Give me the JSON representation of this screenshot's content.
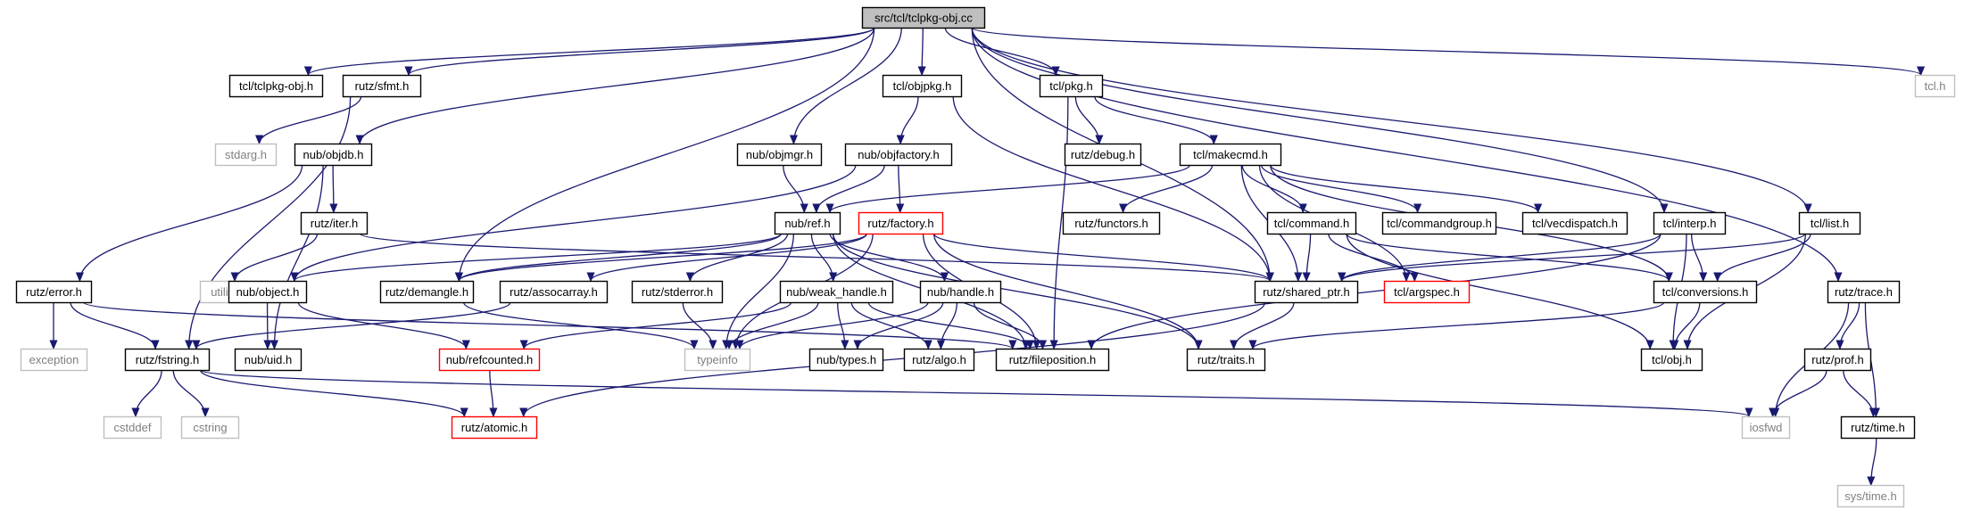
{
  "diagram": {
    "colors": {
      "edge": "#191970",
      "root_fill": "#bfbfbf",
      "normal_fill": "#ffffff",
      "normal_border": "#000000",
      "external_border": "#bfbfbf",
      "external_text": "#7f7f7f",
      "highlight_border": "#ff0000"
    },
    "nodes": [
      {
        "id": "root",
        "label": "src/tcl/tclpkg-obj.cc",
        "kind": "root"
      },
      {
        "id": "tclpkg_obj_h",
        "label": "tcl/tclpkg-obj.h",
        "kind": "normal"
      },
      {
        "id": "sfmt",
        "label": "rutz/sfmt.h",
        "kind": "normal"
      },
      {
        "id": "objpkg",
        "label": "tcl/objpkg.h",
        "kind": "normal"
      },
      {
        "id": "pkg",
        "label": "tcl/pkg.h",
        "kind": "normal"
      },
      {
        "id": "tcl_h",
        "label": "tcl.h",
        "kind": "external"
      },
      {
        "id": "stdarg",
        "label": "stdarg.h",
        "kind": "external"
      },
      {
        "id": "objdb",
        "label": "nub/objdb.h",
        "kind": "normal"
      },
      {
        "id": "objmgr",
        "label": "nub/objmgr.h",
        "kind": "normal"
      },
      {
        "id": "objfactory",
        "label": "nub/objfactory.h",
        "kind": "normal"
      },
      {
        "id": "debug",
        "label": "rutz/debug.h",
        "kind": "normal"
      },
      {
        "id": "makecmd",
        "label": "tcl/makecmd.h",
        "kind": "normal"
      },
      {
        "id": "iter",
        "label": "rutz/iter.h",
        "kind": "normal"
      },
      {
        "id": "ref",
        "label": "nub/ref.h",
        "kind": "normal"
      },
      {
        "id": "factory",
        "label": "rutz/factory.h",
        "kind": "highlight"
      },
      {
        "id": "functors",
        "label": "rutz/functors.h",
        "kind": "normal"
      },
      {
        "id": "command",
        "label": "tcl/command.h",
        "kind": "normal"
      },
      {
        "id": "cmdgroup",
        "label": "tcl/commandgroup.h",
        "kind": "normal"
      },
      {
        "id": "vecdispatch",
        "label": "tcl/vecdispatch.h",
        "kind": "normal"
      },
      {
        "id": "interp",
        "label": "tcl/interp.h",
        "kind": "normal"
      },
      {
        "id": "list",
        "label": "tcl/list.h",
        "kind": "normal"
      },
      {
        "id": "utility",
        "label": "utility",
        "kind": "external"
      },
      {
        "id": "error",
        "label": "rutz/error.h",
        "kind": "normal"
      },
      {
        "id": "object",
        "label": "nub/object.h",
        "kind": "normal"
      },
      {
        "id": "demangle",
        "label": "rutz/demangle.h",
        "kind": "normal"
      },
      {
        "id": "assocarray",
        "label": "rutz/assocarray.h",
        "kind": "normal"
      },
      {
        "id": "stderror",
        "label": "rutz/stderror.h",
        "kind": "normal"
      },
      {
        "id": "weak_handle",
        "label": "nub/weak_handle.h",
        "kind": "normal"
      },
      {
        "id": "handle",
        "label": "nub/handle.h",
        "kind": "normal"
      },
      {
        "id": "shared_ptr",
        "label": "rutz/shared_ptr.h",
        "kind": "normal"
      },
      {
        "id": "argspec",
        "label": "tcl/argspec.h",
        "kind": "highlight"
      },
      {
        "id": "conversions",
        "label": "tcl/conversions.h",
        "kind": "normal"
      },
      {
        "id": "trace",
        "label": "rutz/trace.h",
        "kind": "normal"
      },
      {
        "id": "exception",
        "label": "exception",
        "kind": "external"
      },
      {
        "id": "fstring",
        "label": "rutz/fstring.h",
        "kind": "normal"
      },
      {
        "id": "uid",
        "label": "nub/uid.h",
        "kind": "normal"
      },
      {
        "id": "refcounted",
        "label": "nub/refcounted.h",
        "kind": "highlight"
      },
      {
        "id": "typeinfo",
        "label": "typeinfo",
        "kind": "external"
      },
      {
        "id": "types",
        "label": "nub/types.h",
        "kind": "normal"
      },
      {
        "id": "algo",
        "label": "rutz/algo.h",
        "kind": "normal"
      },
      {
        "id": "fileposition",
        "label": "rutz/fileposition.h",
        "kind": "normal"
      },
      {
        "id": "traits",
        "label": "rutz/traits.h",
        "kind": "normal"
      },
      {
        "id": "obj",
        "label": "tcl/obj.h",
        "kind": "normal"
      },
      {
        "id": "prof",
        "label": "rutz/prof.h",
        "kind": "normal"
      },
      {
        "id": "cstddef",
        "label": "cstddef",
        "kind": "external"
      },
      {
        "id": "cstring",
        "label": "cstring",
        "kind": "external"
      },
      {
        "id": "atomic",
        "label": "rutz/atomic.h",
        "kind": "highlight"
      },
      {
        "id": "iosfwd",
        "label": "iosfwd",
        "kind": "external"
      },
      {
        "id": "time",
        "label": "rutz/time.h",
        "kind": "normal"
      },
      {
        "id": "systime",
        "label": "sys/time.h",
        "kind": "external"
      }
    ],
    "edges": [
      [
        "root",
        "tclpkg_obj_h"
      ],
      [
        "root",
        "sfmt"
      ],
      [
        "root",
        "objpkg"
      ],
      [
        "root",
        "pkg"
      ],
      [
        "root",
        "tcl_h"
      ],
      [
        "root",
        "objdb"
      ],
      [
        "root",
        "objmgr"
      ],
      [
        "root",
        "demangle"
      ],
      [
        "root",
        "interp"
      ],
      [
        "root",
        "list"
      ],
      [
        "root",
        "trace"
      ],
      [
        "root",
        "shared_ptr"
      ],
      [
        "sfmt",
        "stdarg"
      ],
      [
        "sfmt",
        "fstring"
      ],
      [
        "objpkg",
        "objfactory"
      ],
      [
        "objpkg",
        "shared_ptr"
      ],
      [
        "pkg",
        "debug"
      ],
      [
        "pkg",
        "makecmd"
      ],
      [
        "pkg",
        "fileposition"
      ],
      [
        "objdb",
        "iter"
      ],
      [
        "objdb",
        "error"
      ],
      [
        "objdb",
        "uid"
      ],
      [
        "objmgr",
        "ref"
      ],
      [
        "objfactory",
        "ref"
      ],
      [
        "objfactory",
        "factory"
      ],
      [
        "objfactory",
        "object"
      ],
      [
        "makecmd",
        "ref"
      ],
      [
        "makecmd",
        "functors"
      ],
      [
        "makecmd",
        "command"
      ],
      [
        "makecmd",
        "cmdgroup"
      ],
      [
        "makecmd",
        "vecdispatch"
      ],
      [
        "makecmd",
        "shared_ptr"
      ],
      [
        "makecmd",
        "argspec"
      ],
      [
        "makecmd",
        "conversions"
      ],
      [
        "iter",
        "utility"
      ],
      [
        "iter",
        "shared_ptr"
      ],
      [
        "ref",
        "object"
      ],
      [
        "ref",
        "demangle"
      ],
      [
        "ref",
        "stderror"
      ],
      [
        "ref",
        "weak_handle"
      ],
      [
        "ref",
        "handle"
      ],
      [
        "ref",
        "fileposition"
      ],
      [
        "ref",
        "traits"
      ],
      [
        "ref",
        "typeinfo"
      ],
      [
        "factory",
        "assocarray"
      ],
      [
        "factory",
        "demangle"
      ],
      [
        "factory",
        "typeinfo"
      ],
      [
        "factory",
        "fileposition"
      ],
      [
        "factory",
        "shared_ptr"
      ],
      [
        "factory",
        "traits"
      ],
      [
        "command",
        "shared_ptr"
      ],
      [
        "command",
        "argspec"
      ],
      [
        "command",
        "conversions"
      ],
      [
        "command",
        "obj"
      ],
      [
        "interp",
        "shared_ptr"
      ],
      [
        "interp",
        "conversions"
      ],
      [
        "interp",
        "obj"
      ],
      [
        "interp",
        "fileposition"
      ],
      [
        "list",
        "shared_ptr"
      ],
      [
        "list",
        "conversions"
      ],
      [
        "list",
        "obj"
      ],
      [
        "error",
        "exception"
      ],
      [
        "error",
        "fstring"
      ],
      [
        "error",
        "fileposition"
      ],
      [
        "object",
        "uid"
      ],
      [
        "object",
        "refcounted"
      ],
      [
        "demangle",
        "typeinfo"
      ],
      [
        "assocarray",
        "fstring"
      ],
      [
        "stderror",
        "typeinfo"
      ],
      [
        "weak_handle",
        "refcounted"
      ],
      [
        "weak_handle",
        "typeinfo"
      ],
      [
        "weak_handle",
        "types"
      ],
      [
        "weak_handle",
        "algo"
      ],
      [
        "weak_handle",
        "fileposition"
      ],
      [
        "handle",
        "typeinfo"
      ],
      [
        "handle",
        "types"
      ],
      [
        "handle",
        "algo"
      ],
      [
        "handle",
        "fileposition"
      ],
      [
        "shared_ptr",
        "traits"
      ],
      [
        "shared_ptr",
        "atomic"
      ],
      [
        "conversions",
        "traits"
      ],
      [
        "conversions",
        "obj"
      ],
      [
        "trace",
        "iosfwd"
      ],
      [
        "trace",
        "prof"
      ],
      [
        "trace",
        "time"
      ],
      [
        "prof",
        "iosfwd"
      ],
      [
        "prof",
        "time"
      ],
      [
        "fstring",
        "cstddef"
      ],
      [
        "fstring",
        "cstring"
      ],
      [
        "fstring",
        "atomic"
      ],
      [
        "fstring",
        "iosfwd"
      ],
      [
        "refcounted",
        "atomic"
      ],
      [
        "time",
        "systime"
      ]
    ]
  }
}
